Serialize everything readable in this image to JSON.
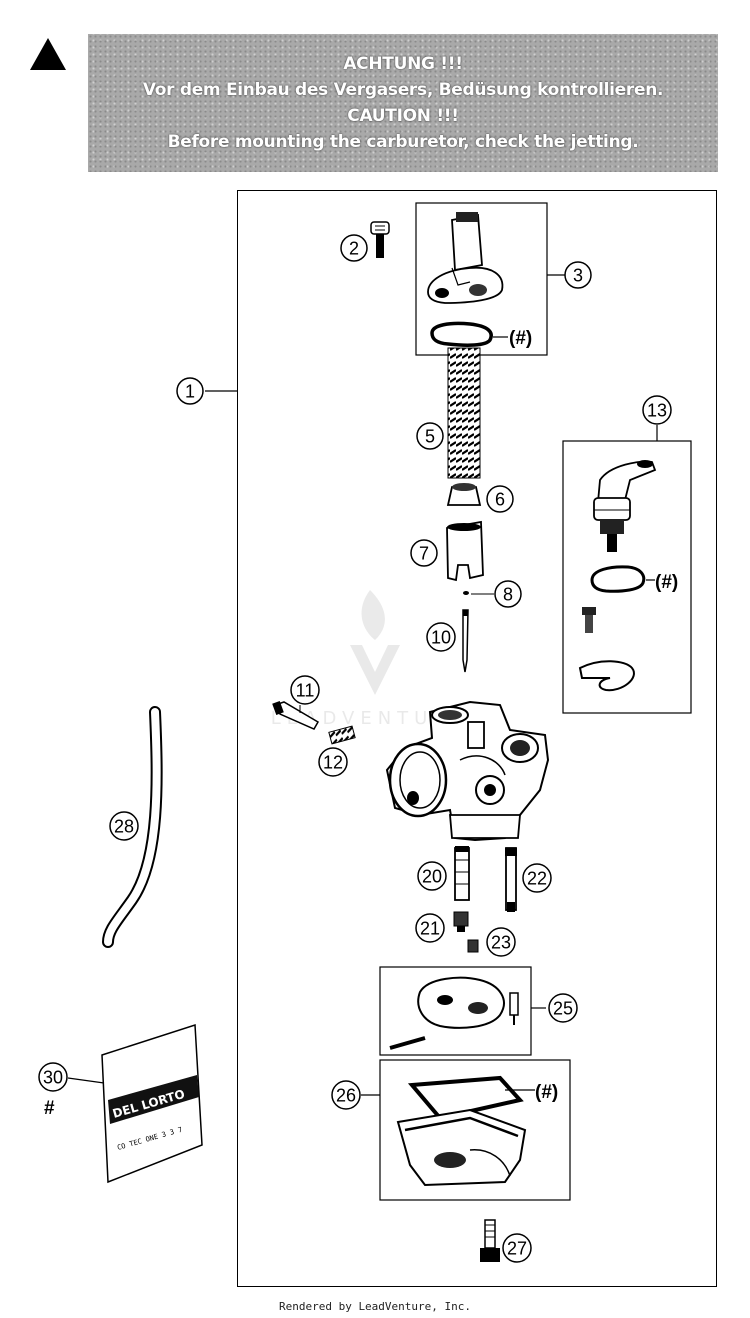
{
  "warning": {
    "line1": "ACHTUNG !!!",
    "line2": "Vor dem Einbau des Vergasers, Bedüsung kontrollieren.",
    "line3": "CAUTION !!!",
    "line4": "Before mounting the carburetor, check the jetting."
  },
  "callouts": {
    "c1": "1",
    "c2": "2",
    "c3": "3",
    "c5": "5",
    "c6": "6",
    "c7": "7",
    "c8": "8",
    "c10": "10",
    "c11": "11",
    "c12": "12",
    "c13": "13",
    "c20": "20",
    "c21": "21",
    "c22": "22",
    "c23": "23",
    "c25": "25",
    "c26": "26",
    "c27": "27",
    "c28": "28",
    "c30": "30"
  },
  "hash_note": "(#)",
  "hash_symbol": "#",
  "bag_label": {
    "brand": "DEL LORTO",
    "code": "CO TEC ONE  3 3 7"
  },
  "watermark": "LEADVENTURE",
  "footer": "Rendered by LeadVenture, Inc."
}
